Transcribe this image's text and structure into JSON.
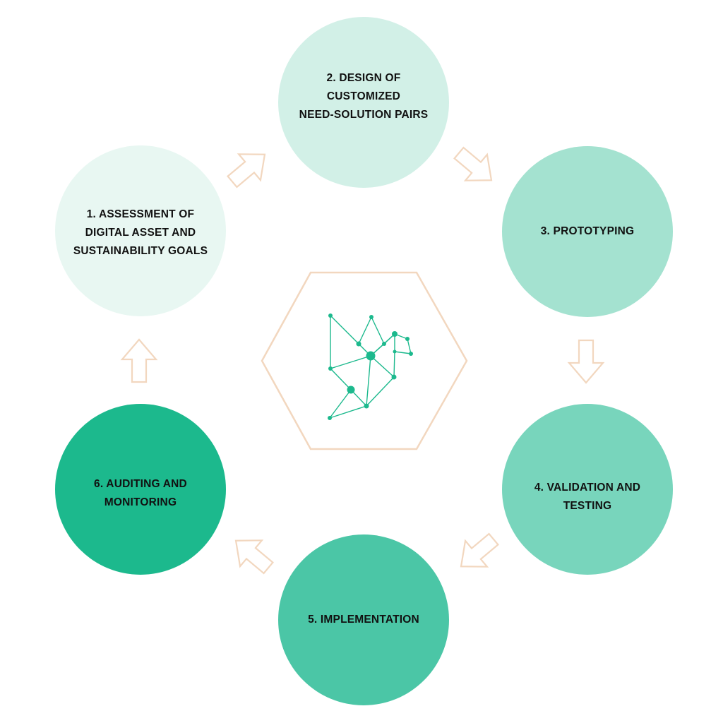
{
  "colors": {
    "stage_1": "#e8f7f2",
    "stage_2": "#d2f0e7",
    "stage_3": "#a4e2d0",
    "stage_4": "#78d5bc",
    "stage_5": "#4bc6a6",
    "stage_6": "#1cb98d",
    "arrow_outline": "#f2d7bf",
    "hexagon_outline": "#f2d7bf",
    "network": "#1cb98d"
  },
  "stages": [
    {
      "id": "stage-1",
      "lines": [
        "1. ASSESSMENT OF",
        "DIGITAL ASSET AND",
        "SUSTAINABILITY GOALS"
      ]
    },
    {
      "id": "stage-2",
      "lines": [
        "2. DESIGN OF",
        "CUSTOMIZED",
        "NEED-SOLUTION PAIRS"
      ]
    },
    {
      "id": "stage-3",
      "lines": [
        "3. PROTOTYPING"
      ]
    },
    {
      "id": "stage-4",
      "lines": [
        "4. VALIDATION AND",
        "TESTING"
      ]
    },
    {
      "id": "stage-5",
      "lines": [
        "5. IMPLEMENTATION"
      ]
    },
    {
      "id": "stage-6",
      "lines": [
        "6. AUDITING AND",
        "MONITORING"
      ]
    }
  ],
  "center_icon": "network-graph-icon",
  "arrow_icon": "block-arrow-icon"
}
